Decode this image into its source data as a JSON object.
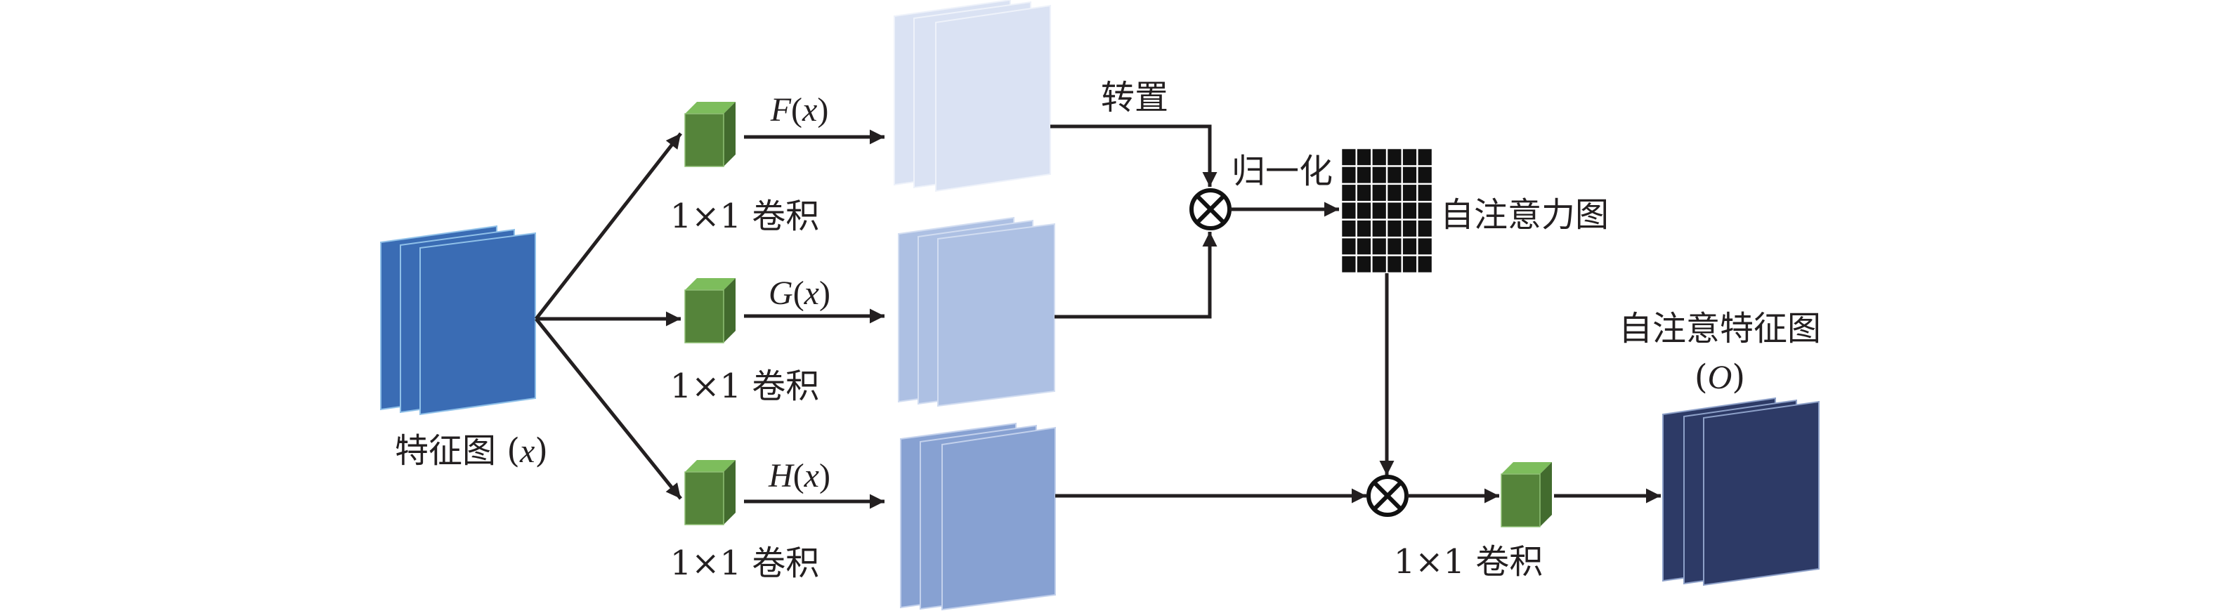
{
  "diagram": {
    "title": "Self-attention module",
    "input": {
      "label": "特征图",
      "var": "x",
      "color": "#3a6cb4"
    },
    "branches": [
      {
        "id": "F",
        "conv_label": "1×1 卷积",
        "func": "F",
        "arg": "x",
        "map_color": "#dae2f3"
      },
      {
        "id": "G",
        "conv_label": "1×1 卷积",
        "func": "G",
        "arg": "x",
        "map_color": "#adc0e3"
      },
      {
        "id": "H",
        "conv_label": "1×1 卷积",
        "func": "H",
        "arg": "x",
        "map_color": "#87a1d2"
      }
    ],
    "transpose_label": "转置",
    "normalize_label": "归一化",
    "attention_map": {
      "label": "自注意力图",
      "rows": 7,
      "cols": 6,
      "color": "#111111"
    },
    "output_conv_label": "1×1 卷积",
    "output": {
      "label": "自注意特征图",
      "var": "O",
      "color": "#2d3a66"
    },
    "operator_symbol": "⊗",
    "conv_color": {
      "front": "#55843a",
      "top": "#7dbd5c",
      "side": "#426b2e"
    },
    "line_color": "#231f20"
  }
}
